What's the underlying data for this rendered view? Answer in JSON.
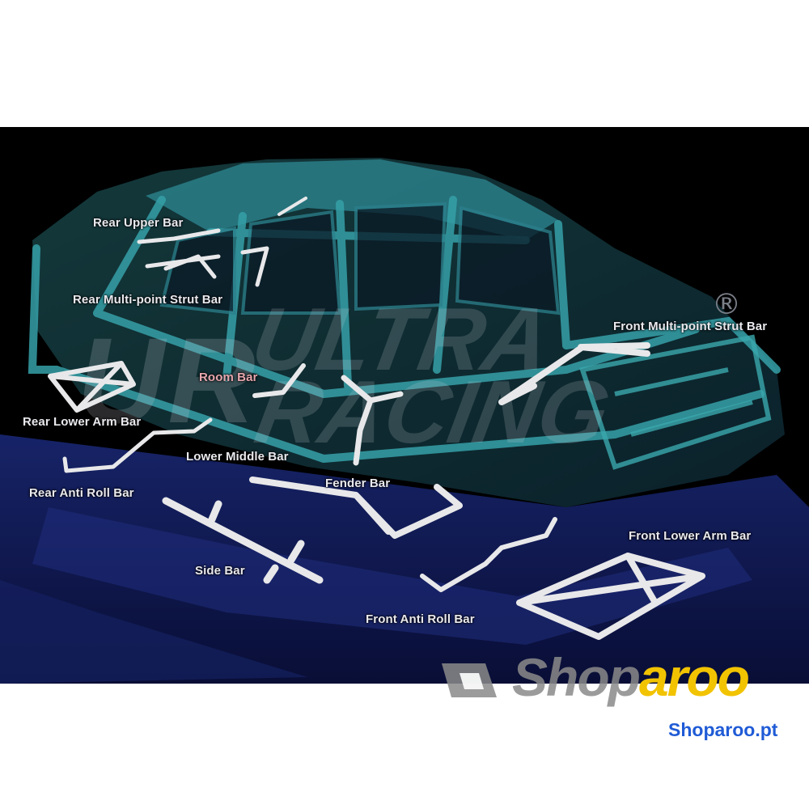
{
  "labels": {
    "rear_upper_bar": "Rear Upper Bar",
    "rear_multi_point_strut_bar": "Rear Multi-point Strut Bar",
    "front_multi_point_strut_bar": "Front Multi-point Strut Bar",
    "room_bar": "Room Bar",
    "rear_lower_arm_bar": "Rear Lower Arm Bar",
    "lower_middle_bar": "Lower Middle Bar",
    "fender_bar": "Fender Bar",
    "rear_anti_roll_bar": "Rear Anti Roll Bar",
    "side_bar": "Side Bar",
    "front_lower_arm_bar": "Front Lower Arm Bar",
    "front_anti_roll_bar": "Front Anti Roll Bar"
  },
  "brand_watermark": "ULTRA RACING",
  "registered_mark": "®",
  "watermark": {
    "shop": "Shop",
    "aroo": "aroo"
  },
  "site": "Shoparoo.pt",
  "colors": {
    "background": "#000000",
    "chassis": "#2f8f9a",
    "bars": "#e8e8ea",
    "room_label": "#e7a7ae",
    "watermark_yellow": "#f2c300",
    "site_blue": "#1f5bd6"
  }
}
